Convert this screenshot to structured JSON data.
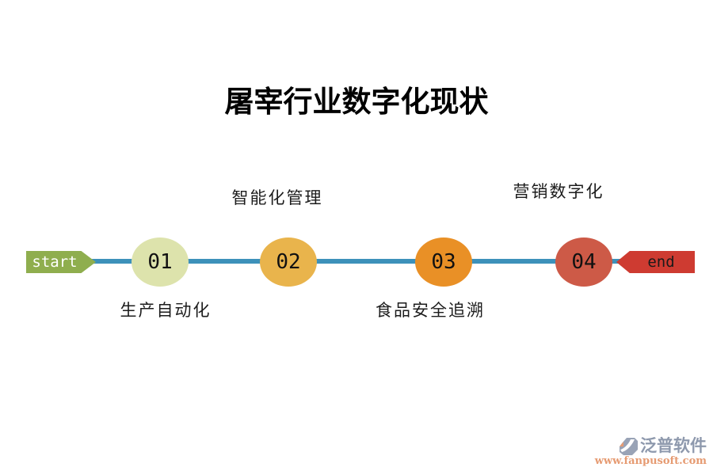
{
  "title": "屠宰行业数字化现状",
  "timeline": {
    "start_label": "start",
    "end_label": "end",
    "line_color": "#3d91ba",
    "start_color": "#8fae4e",
    "end_color": "#ce3b31",
    "nodes": [
      {
        "number": "01",
        "label": "生产自动化",
        "label_position": "below",
        "color": "#dde3ac"
      },
      {
        "number": "02",
        "label": "智能化管理",
        "label_position": "above",
        "color": "#e9b44c"
      },
      {
        "number": "03",
        "label": "食品安全追溯",
        "label_position": "below",
        "color": "#e99026"
      },
      {
        "number": "04",
        "label": "营销数字化",
        "label_position": "above",
        "color": "#cd5a47"
      }
    ]
  },
  "watermark": {
    "brand": "泛普软件",
    "url": "www.fanpusoft.com",
    "brand_color": "#8e99ad",
    "url_color": "#e69b72"
  }
}
